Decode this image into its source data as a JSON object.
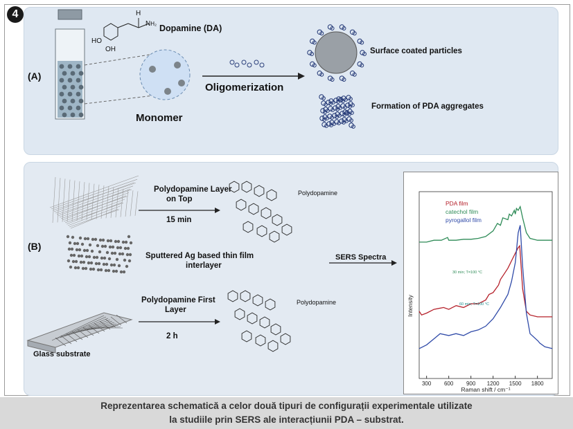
{
  "badge": "4",
  "panel_a": {
    "label": "(A)",
    "dopamine_title": "Dopamine (DA)",
    "h_label": "H",
    "nh2_label": "N",
    "nh2_sub": "H₂",
    "ho_label_1": "HO",
    "oh_label": "OH",
    "monomer": "Monomer",
    "oligomerization": "Oligomerization",
    "surface_coated": "Surface coated particles",
    "pda_aggregates": "Formation of PDA aggregates"
  },
  "panel_b": {
    "label": "(B)",
    "pda_top": "Polydopamine Layer",
    "pda_top_2": "on Top",
    "time_top": "15 min",
    "polydopamine_1": "Polydopamine",
    "sputtered": "Sputtered Ag based thin film",
    "sputtered_2": "interlayer",
    "sers_spectra": "SERS Spectra",
    "pda_first": "Polydopamine First",
    "pda_first_2": "Layer",
    "time_first": "2 h",
    "polydopamine_2": "Polydopamine",
    "glass": "Glass substrate"
  },
  "chart_data": {
    "type": "line",
    "xlabel": "Raman shift / cm⁻¹",
    "ylabel": "Intensity",
    "xlim": [
      200,
      2000
    ],
    "xticks": [
      300,
      600,
      900,
      1200,
      1500,
      1800
    ],
    "legend_position": "top-left",
    "series": [
      {
        "name": "PDA film",
        "color": "#b5202a",
        "x": [
          200,
          233,
          300,
          400,
          530,
          600,
          700,
          800,
          900,
          1000,
          1100,
          1145,
          1200,
          1273,
          1300,
          1350,
          1400,
          1450,
          1500,
          1540,
          1560,
          1600,
          1650,
          1700,
          1800,
          2000
        ],
        "y": [
          0.36,
          0.34,
          0.35,
          0.37,
          0.38,
          0.37,
          0.39,
          0.38,
          0.4,
          0.4,
          0.42,
          0.45,
          0.46,
          0.5,
          0.53,
          0.56,
          0.59,
          0.63,
          0.67,
          0.7,
          0.71,
          0.48,
          0.36,
          0.34,
          0.33,
          0.33
        ]
      },
      {
        "name": "catechol film",
        "color": "#2e8b57",
        "x": [
          200,
          300,
          400,
          500,
          584,
          600,
          700,
          800,
          900,
          1000,
          1100,
          1200,
          1258,
          1300,
          1332,
          1400,
          1420,
          1450,
          1487,
          1500,
          1516,
          1540,
          1567,
          1600,
          1650,
          1700,
          1800,
          2000
        ],
        "y": [
          0.73,
          0.73,
          0.74,
          0.74,
          0.755,
          0.74,
          0.74,
          0.745,
          0.745,
          0.75,
          0.76,
          0.79,
          0.83,
          0.82,
          0.86,
          0.85,
          0.88,
          0.87,
          0.9,
          0.88,
          0.91,
          0.9,
          0.92,
          0.86,
          0.78,
          0.75,
          0.74,
          0.74
        ]
      },
      {
        "name": "pyrogallol film",
        "color": "#2f4aa8",
        "x": [
          200,
          300,
          423,
          483,
          600,
          698,
          800,
          900,
          1000,
          1100,
          1200,
          1300,
          1400,
          1450,
          1500,
          1540,
          1567,
          1600,
          1650,
          1700,
          1811,
          1829,
          1900,
          2000
        ],
        "y": [
          0.16,
          0.18,
          0.22,
          0.24,
          0.23,
          0.24,
          0.23,
          0.25,
          0.26,
          0.28,
          0.32,
          0.38,
          0.45,
          0.52,
          0.62,
          0.78,
          0.82,
          0.6,
          0.35,
          0.24,
          0.2,
          0.19,
          0.17,
          0.16
        ]
      }
    ],
    "annotations": [
      "30 min; T=100 °C",
      "60 min; T=100 °C"
    ]
  },
  "caption_line1": "Reprezentarea schematică a celor două tipuri de configurații experimentale utilizate",
  "caption_line2": "la studiile prin SERS ale interacțiunii PDA – substrat."
}
